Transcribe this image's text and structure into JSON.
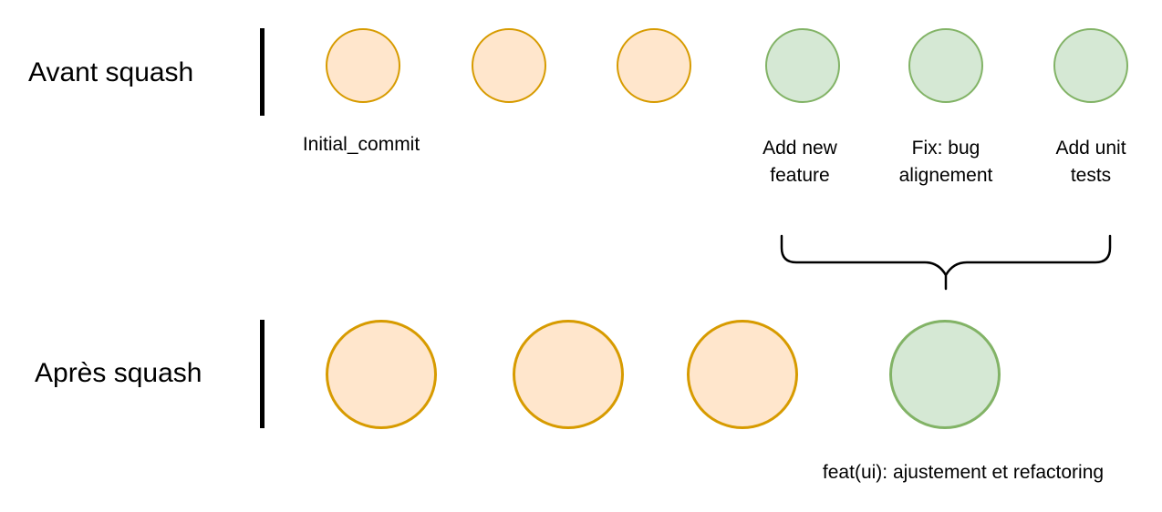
{
  "colors": {
    "orange_fill": "#FFE6CC",
    "orange_stroke": "#D79B00",
    "green_fill": "#D5E8D4",
    "green_stroke": "#82B366",
    "line_color": "#000000",
    "text_color": "#000000"
  },
  "before_row": {
    "label": "Avant squash",
    "commits": [
      {
        "color": "orange",
        "label": "Initial_commit"
      },
      {
        "color": "orange",
        "label": ""
      },
      {
        "color": "orange",
        "label": ""
      },
      {
        "color": "green",
        "label": "Add new feature"
      },
      {
        "color": "green",
        "label": "Fix: bug alignement"
      },
      {
        "color": "green",
        "label": "Add unit tests"
      }
    ]
  },
  "after_row": {
    "label": "Après squash",
    "commits": [
      {
        "color": "orange",
        "label": ""
      },
      {
        "color": "orange",
        "label": ""
      },
      {
        "color": "orange",
        "label": ""
      },
      {
        "color": "green",
        "label": "feat(ui): ajustement et refactoring"
      }
    ]
  }
}
